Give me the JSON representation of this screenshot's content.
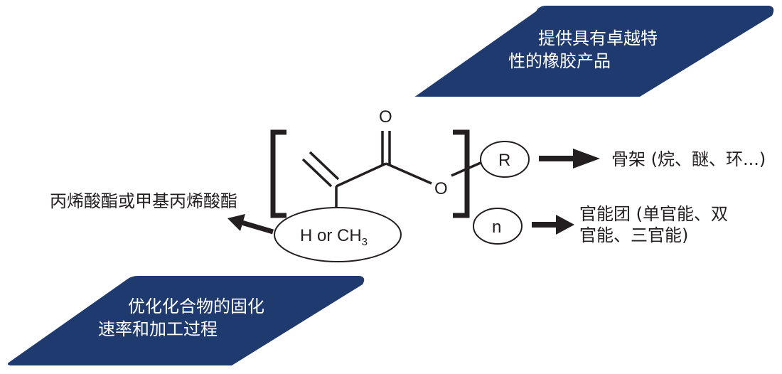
{
  "colors": {
    "banner": "#1f3a6e",
    "ink": "#231f20"
  },
  "banners": {
    "top_right": {
      "line1": "提供具有卓越特",
      "line2": "性的橡胶产品"
    },
    "bottom_left": {
      "line1": "优化化合物的固化",
      "line2": "速率和加工过程"
    }
  },
  "molecule": {
    "carbonyl_oxygen": "O",
    "ester_oxygen": "O",
    "r_group": "R",
    "n_label": "n",
    "substituent_main": "H or CH",
    "substituent_subscript": "3"
  },
  "labels": {
    "left": "丙烯酸酯或甲基丙烯酸酯",
    "backbone": "骨架 (烷、醚、环...)",
    "functionality_line1": "官能团 (单官能、双",
    "functionality_line2": "官能、三官能)"
  }
}
